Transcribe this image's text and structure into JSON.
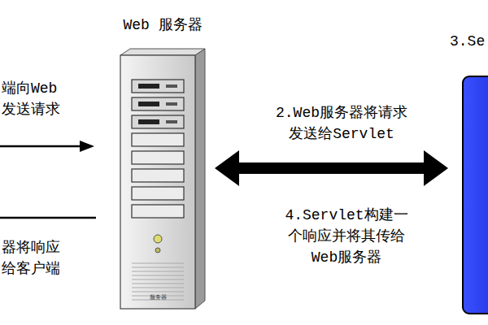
{
  "diagram": {
    "nodes": [
      {
        "text": [
          "Web 服务器",
          "服务器"
        ]
      },
      {
        "text": [
          "3.Se"
        ]
      }
    ],
    "edges": [
      {
        "from": 0,
        "to": 1,
        "arrow": "both",
        "label": "2.Web服务器将请求发送给Servlet"
      }
    ],
    "labels": [
      "端向Web发送请求",
      "器将响应给客户端",
      "4.Servlet构建一个响应并将其传给Web服务器"
    ]
  }
}
